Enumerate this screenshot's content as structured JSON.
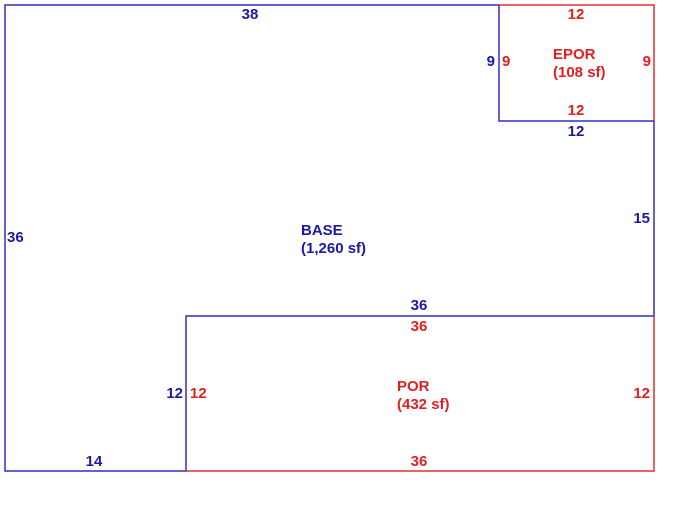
{
  "colors": {
    "base": "#1a1aa6",
    "addition": "#e02020"
  },
  "base": {
    "name": "BASE",
    "area": "(1,260 sf)",
    "dims": {
      "top": "38",
      "left": "36",
      "bottom": "14",
      "step_vertical": "12",
      "step_horizontal": "36",
      "right": "15",
      "epor_bottom": "12",
      "epor_left": "9"
    }
  },
  "epor": {
    "name": "EPOR",
    "area": "(108 sf)",
    "dims": {
      "top": "12",
      "left": "9",
      "right": "9",
      "bottom": "12"
    }
  },
  "por": {
    "name": "POR",
    "area": "(432 sf)",
    "dims": {
      "top": "36",
      "left": "12",
      "right": "12",
      "bottom": "36"
    }
  }
}
